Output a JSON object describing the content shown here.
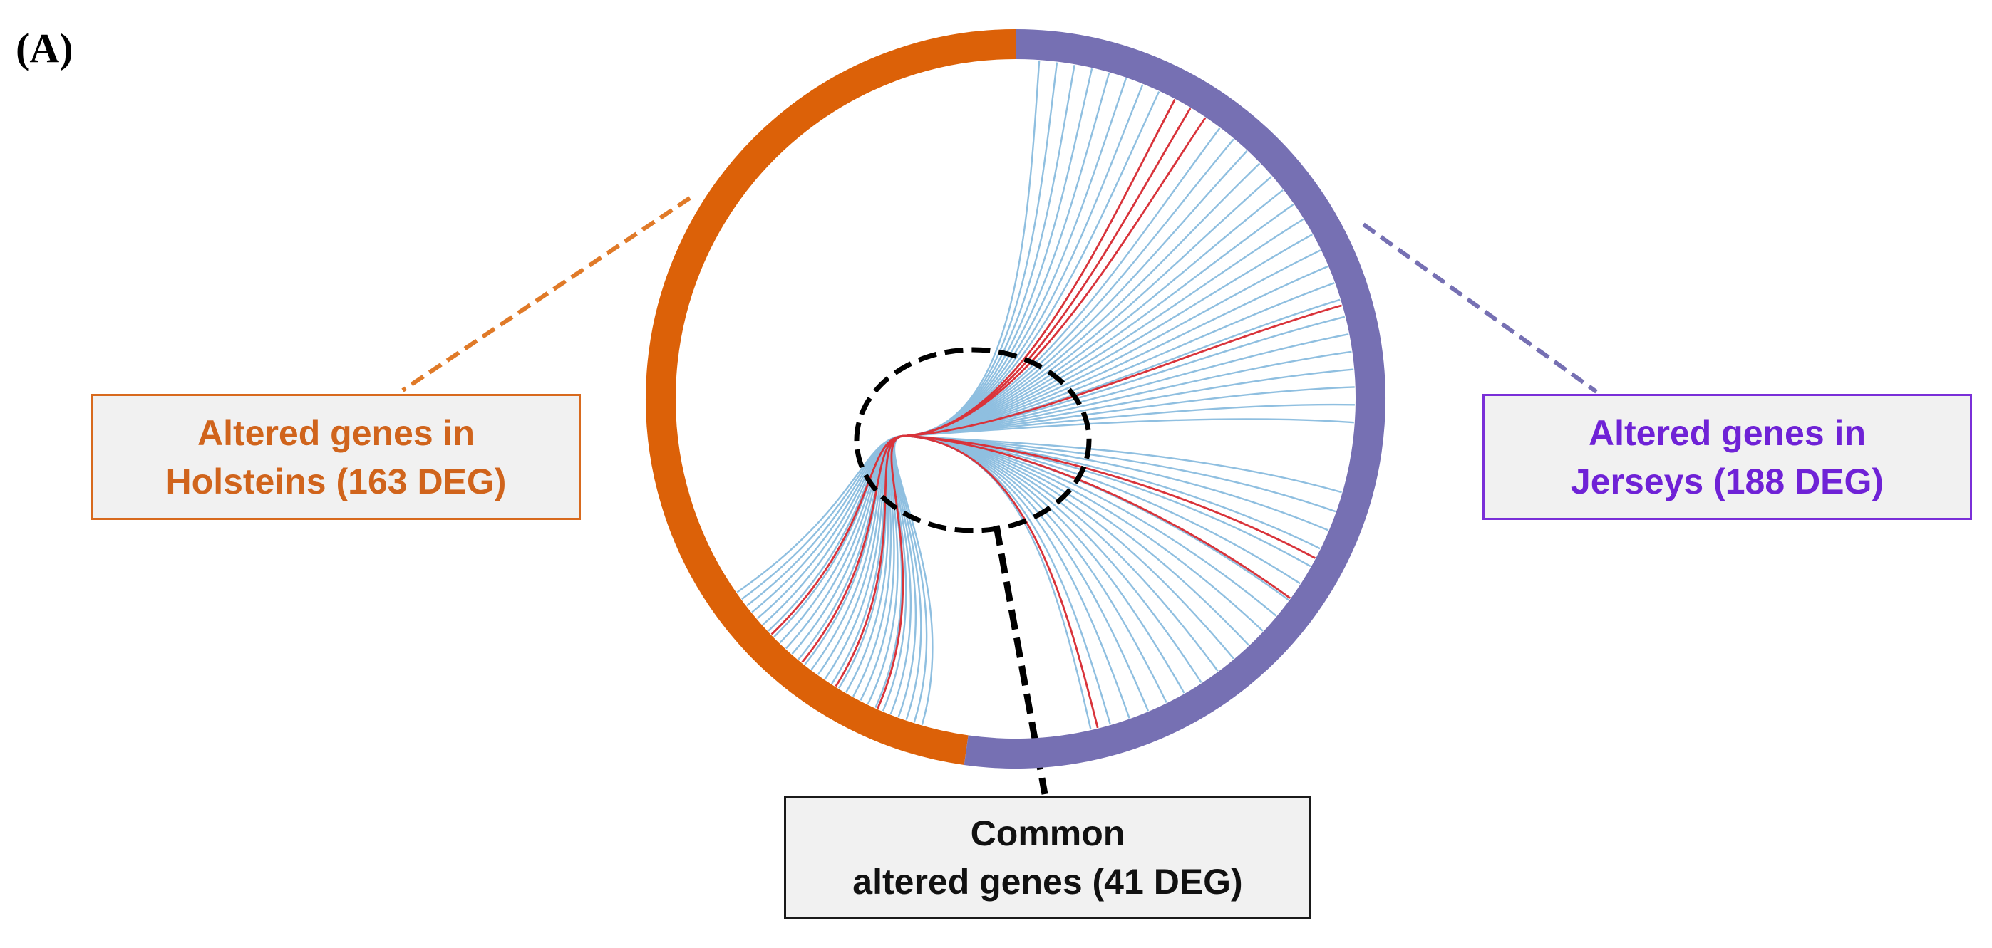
{
  "panel_label": "(A)",
  "labels": {
    "holstein": [
      "Altered genes in",
      "Holsteins (163 DEG)"
    ],
    "jersey": [
      "Altered genes in",
      "Jerseys (188 DEG)"
    ],
    "common": [
      "Common",
      "altered genes (41 DEG)"
    ]
  },
  "colors": {
    "holstein": "#dc6108",
    "jersey": "#7670b3",
    "common_link": "#d9333a",
    "unique_link": "#8fbfe0",
    "common_outline": "#000000",
    "holstein_text": "#d0641c",
    "jersey_text": "#6f22d6"
  },
  "diagram": {
    "type": "circos",
    "segments": [
      {
        "group": "holstein",
        "deg_count": 163
      },
      {
        "group": "jersey",
        "deg_count": 188
      }
    ],
    "common_deg_count": 41
  }
}
